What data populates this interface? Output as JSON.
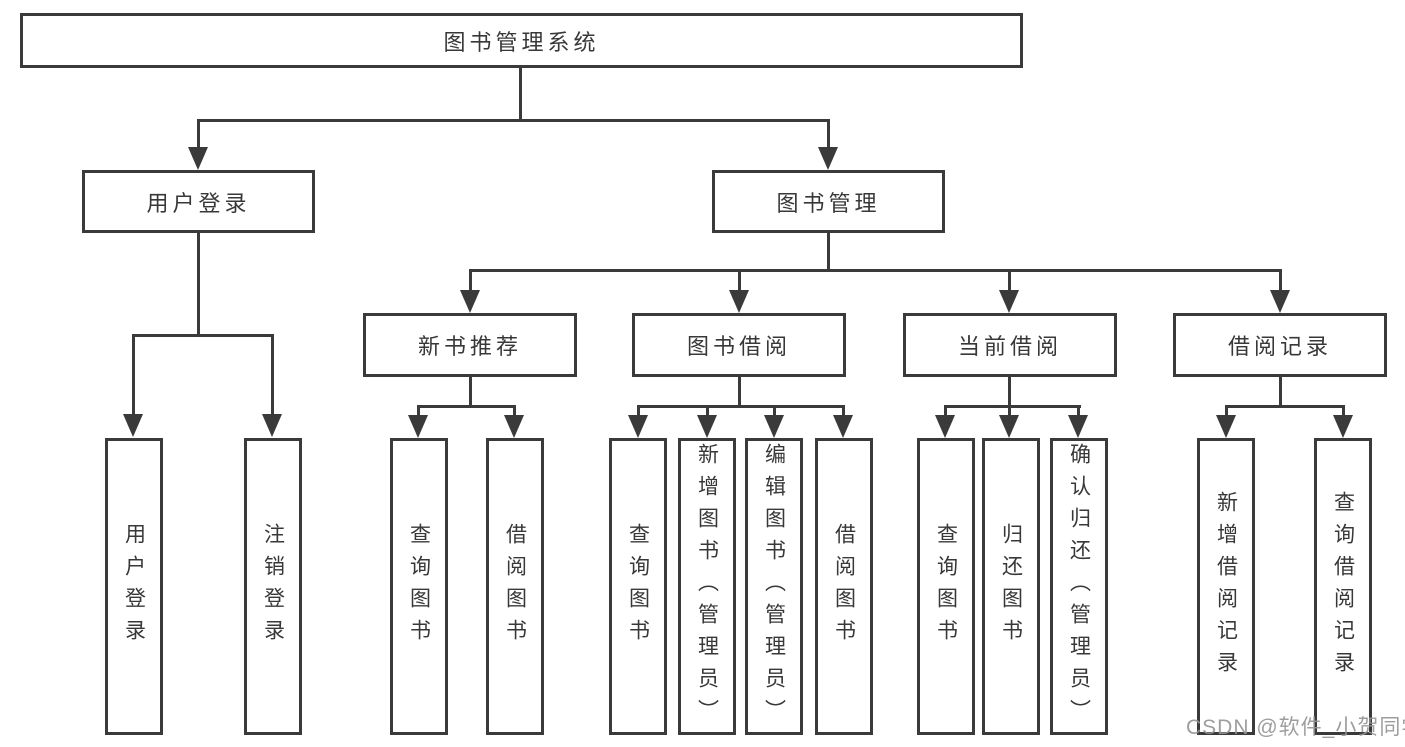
{
  "tree": {
    "root": "图书管理系统",
    "level2": [
      "用户登录",
      "图书管理"
    ],
    "level3": [
      "新书推荐",
      "图书借阅",
      "当前借阅",
      "借阅记录"
    ],
    "leaves_user_login": [
      "用户登录",
      "注销登录"
    ],
    "leaves_new_book": [
      "查询图书",
      "借阅图书"
    ],
    "leaves_book_borrow": [
      "查询图书",
      "新增图书（管理员）",
      "编辑图书（管理员）",
      "借阅图书"
    ],
    "leaves_current_borrow": [
      "查询图书",
      "归还图书",
      "确认归还（管理员）"
    ],
    "leaves_borrow_record": [
      "新增借阅记录",
      "查询借阅记录"
    ]
  },
  "watermark": "CSDN @软件_小贺同学",
  "colors": {
    "line": "#3a3a3a",
    "box_border": "#3a3a3a",
    "text": "#383838",
    "watermark": "#969696",
    "background": "#ffffff"
  }
}
